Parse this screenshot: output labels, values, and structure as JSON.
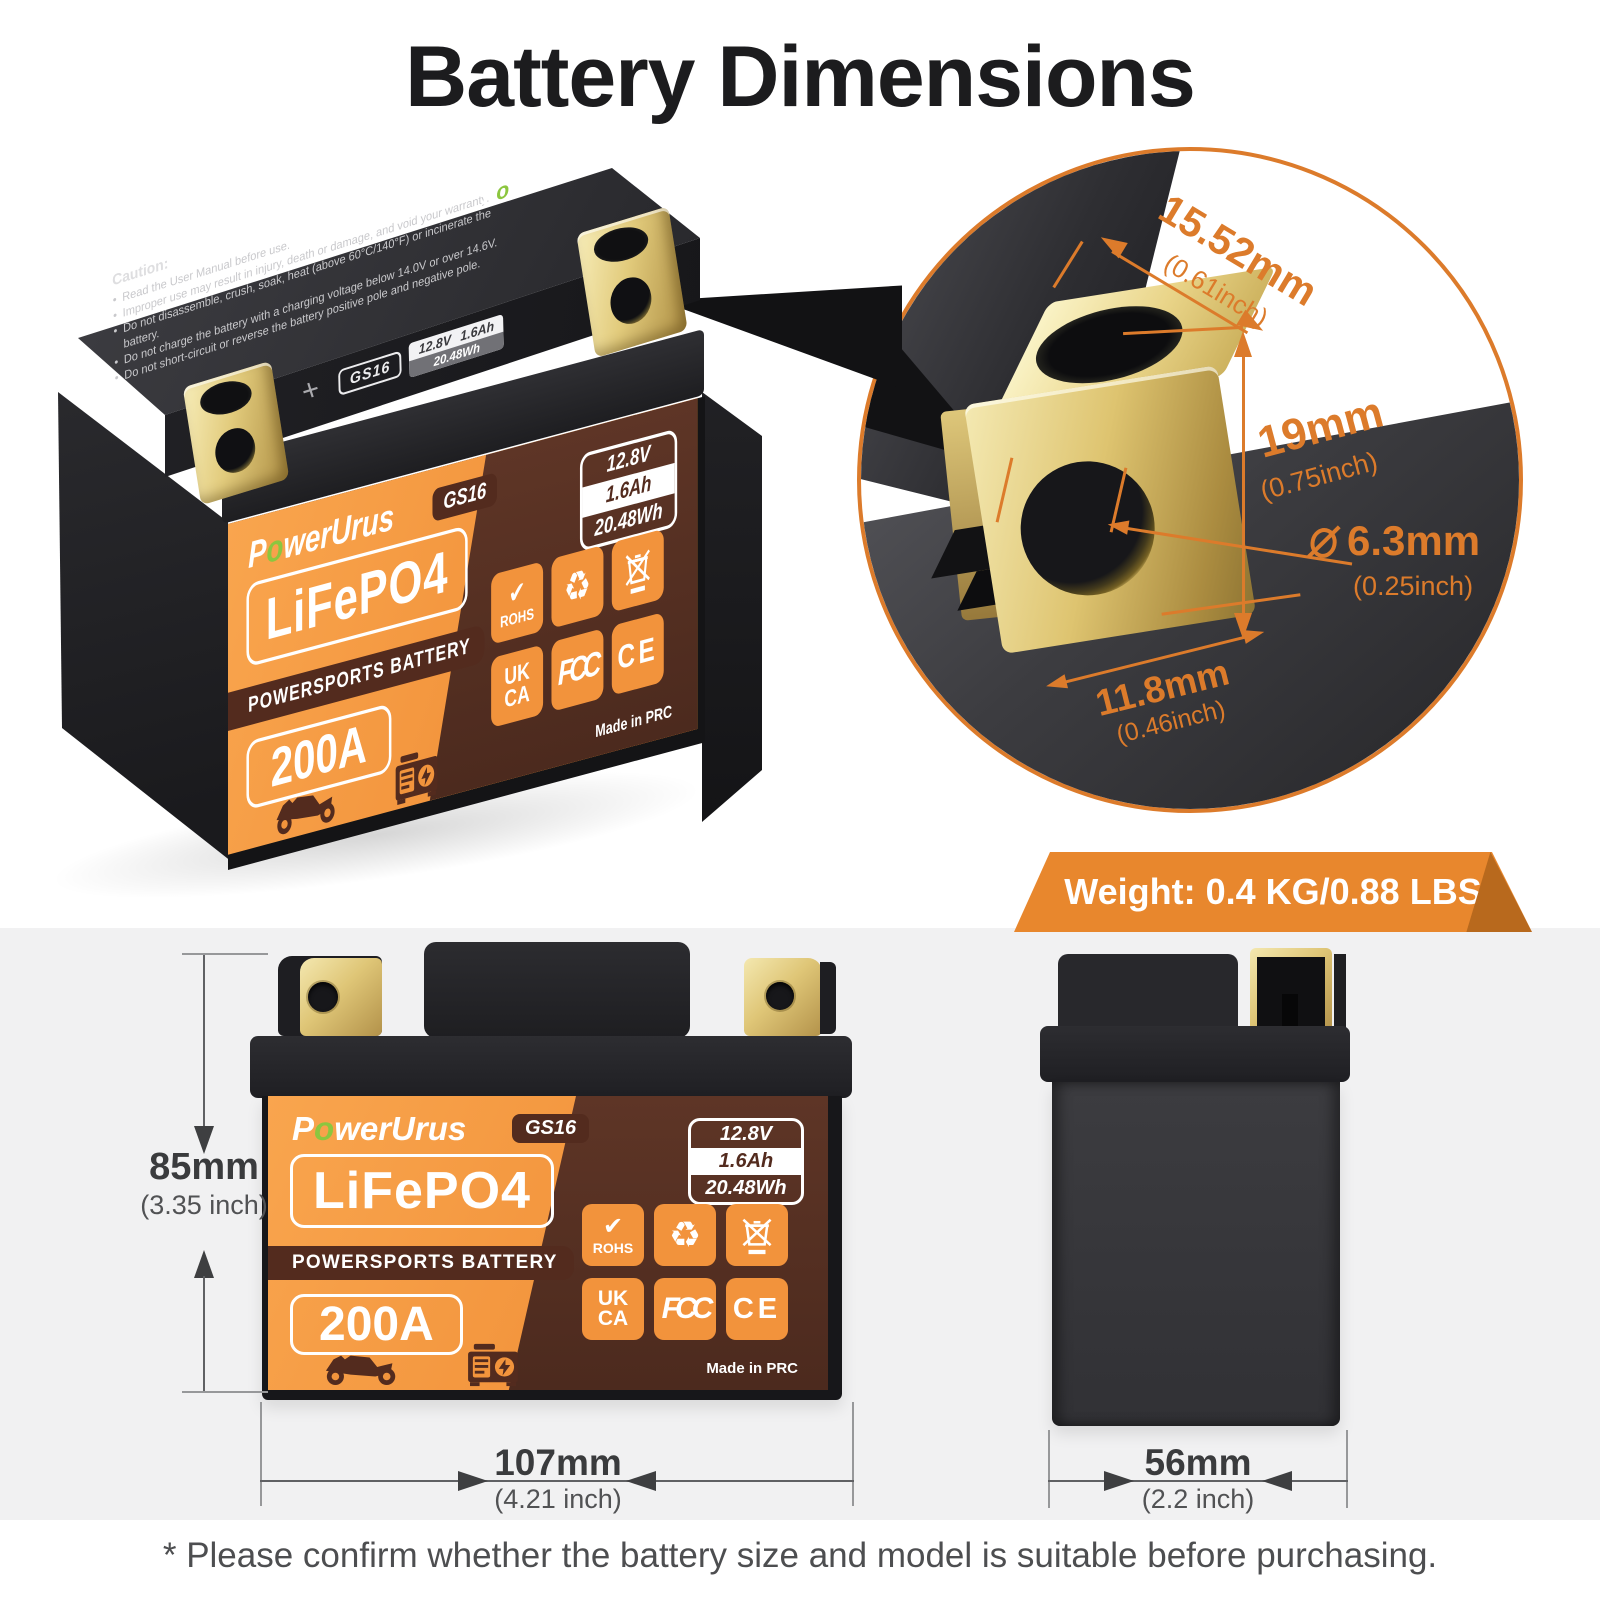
{
  "title": "Battery Dimensions",
  "brand": {
    "pre": "P",
    "o": "o",
    "post": "werUrus"
  },
  "battery3d": {
    "caution": {
      "heading": "Caution:",
      "lines": [
        "Read the User Manual before use.",
        "Improper use may result in injury, death or damage, and void your warranty.",
        "Do not disassemble, crush, soak, heat (above 60°C/140°F) or incinerate the battery.",
        "Do not charge the battery with a charging voltage below 14.0V or over 14.6V.",
        "Do not short-circuit or reverse the battery positive pole and negative pole."
      ]
    },
    "top_sticker": {
      "model": "GS16",
      "line1": "12.8V 1.6Ah",
      "line2": "20.48Wh"
    },
    "plus_mark": "+"
  },
  "label": {
    "model": "GS16",
    "chemistry": "LiFePO4",
    "type": "POWERSPORTS BATTERY",
    "current": "200A",
    "specs": [
      "12.8V",
      "1.6Ah",
      "20.48Wh"
    ],
    "certs": {
      "rohs_check": "✔",
      "rohs": "ROHS",
      "recycle": "♻",
      "ukca_top": "UK",
      "ukca_bottom": "CA",
      "fcc": "FCC",
      "ce": "CE"
    },
    "made_in": "Made in PRC"
  },
  "callout": {
    "width": {
      "value": "15.52mm",
      "inch": "(0.61inch)"
    },
    "height": {
      "value": "19mm",
      "inch": "(0.75inch)"
    },
    "hole": {
      "value": "6.3mm",
      "inch": "(0.25inch)"
    },
    "depth": {
      "value": "11.8mm",
      "inch": "(0.46inch)"
    }
  },
  "weight_banner": "Weight: 0.4 KG/0.88 LBS",
  "front_view": {
    "height": {
      "value": "85mm",
      "inch": "(3.35 inch)"
    },
    "width": {
      "value": "107mm",
      "inch": "(4.21 inch)"
    }
  },
  "side_view": {
    "width": {
      "value": "56mm",
      "inch": "(2.2 inch)"
    }
  },
  "footnote": "* Please confirm whether the battery size and model is suitable before purchasing.",
  "accent_colors": {
    "orange": "#dc7b2b",
    "banner_orange": "#e8872d",
    "label_orange": "#f2943c",
    "maroon": "#532b1e",
    "logo_green": "#8cc63f"
  }
}
